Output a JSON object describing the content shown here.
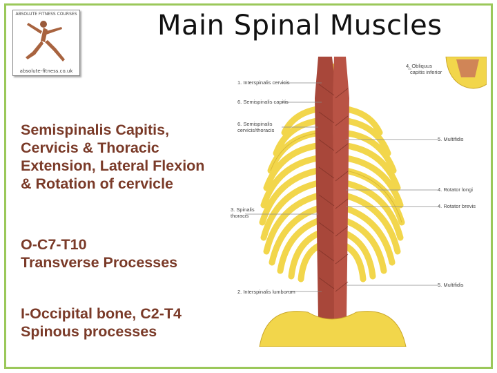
{
  "title": "Main Spinal Muscles",
  "logo": {
    "top_text": "ABSOLUTE FITNESS COURSES",
    "bottom_text": "absolute-fitness.co.uk"
  },
  "description": {
    "line1": "Semispinalis Capitis,",
    "line2": "Cervicis & Thoracic",
    "line3": "Extension, Lateral Flexion",
    "line4": "& Rotation of cervicle"
  },
  "origin": {
    "line1": "O-C7-T10",
    "line2": "Transverse Processes"
  },
  "insertion": {
    "line1": "I-Occipital bone, C2-T4",
    "line2": "Spinous processes"
  },
  "illustration_labels": {
    "l1": "1. Interspinalis cervicis",
    "l2": "6. Semispinalis capitis",
    "l3a": "6. Semispinalis",
    "l3b": "cervicis/thoracis",
    "l4a": "3. Spinalis",
    "l4b": "thoracis",
    "l5": "2. Interspinalis lumborum",
    "r1a": "4. Obliquus",
    "r1b": "capitis inferior",
    "r2": "5. Multifidis",
    "r3": "4. Rotator longi",
    "r4": "4. Rotator brevis",
    "r5": "5. Multifidis"
  },
  "colors": {
    "frame": "#9bc85a",
    "text": "#7a3a28",
    "bone": "#f2d64b",
    "muscle": "#a8473a"
  }
}
